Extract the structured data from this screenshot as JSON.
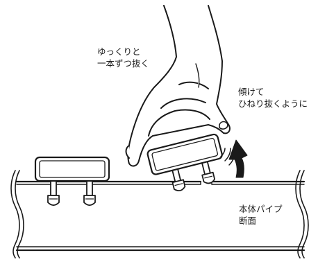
{
  "annotations": {
    "slowly_line1": "ゆっくりと",
    "slowly_line2": "一本ずつ抜く",
    "tilt_line1": "傾けて",
    "tilt_line2": "ひねり抜くように",
    "pipe_line1": "本体パイプ",
    "pipe_line2": "断面"
  },
  "colors": {
    "ink": "#1a1a1a",
    "paper": "#ffffff"
  }
}
